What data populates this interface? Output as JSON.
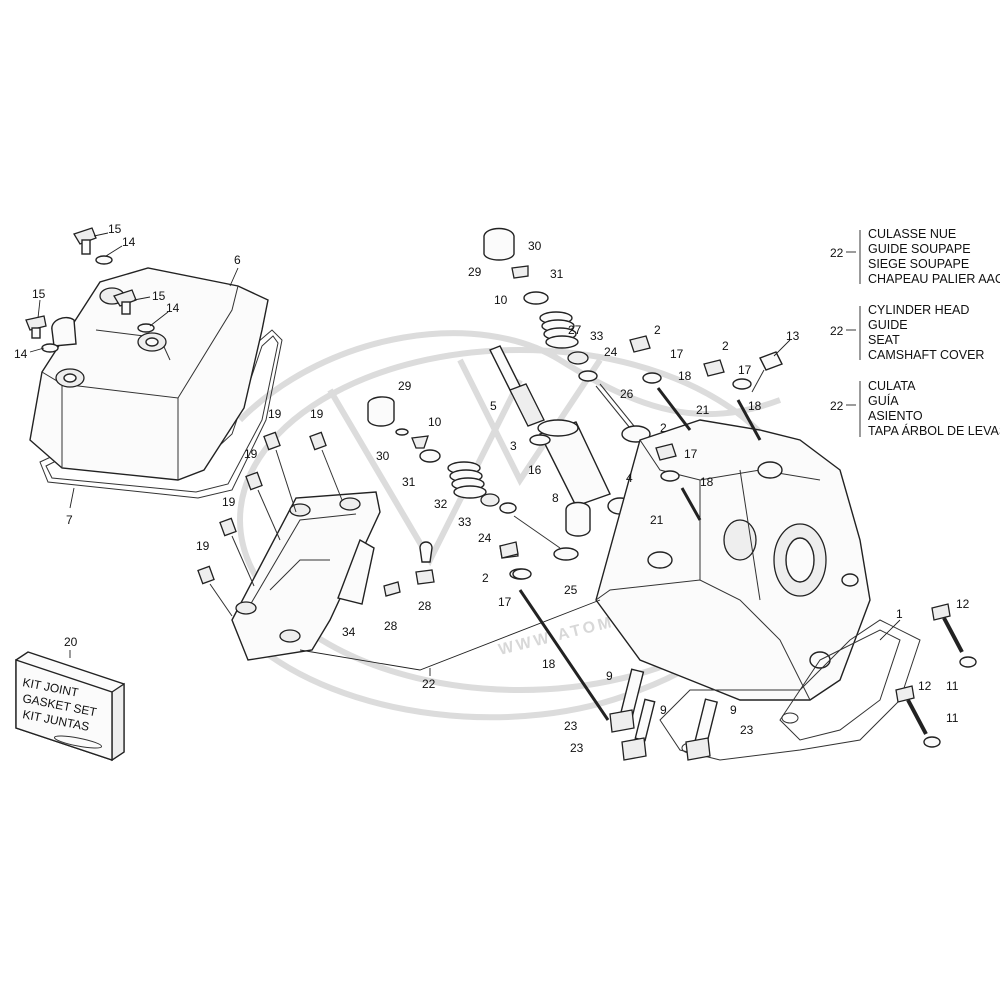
{
  "title": "",
  "legend": {
    "number": "22",
    "groups": [
      [
        "CULASSE NUE",
        "GUIDE SOUPAPE",
        "SIEGE SOUPAPE",
        "CHAPEAU PALIER AAC"
      ],
      [
        "CYLINDER HEAD",
        "GUIDE",
        "SEAT",
        "CAMSHAFT COVER"
      ],
      [
        "CULATA",
        "GUÍA",
        "ASIENTO",
        "TAPA ÁRBOL DE LEVAS"
      ]
    ]
  },
  "gasket_kit": {
    "number": "20",
    "lines": [
      "KIT JOINT",
      "GASKET SET",
      "KIT JUNTAS"
    ]
  },
  "watermark": {
    "text": "WWW.ATOMIC-MOTOR.FR"
  },
  "callouts": [
    "15",
    "14",
    "6",
    "15",
    "15",
    "14",
    "14",
    "7",
    "19",
    "19",
    "19",
    "19",
    "19",
    "29",
    "30",
    "10",
    "31",
    "32",
    "33",
    "24",
    "2",
    "17",
    "34",
    "28",
    "28",
    "22",
    "29",
    "30",
    "31",
    "10",
    "27",
    "33",
    "24",
    "5",
    "3",
    "26",
    "16",
    "4",
    "8",
    "25",
    "2",
    "17",
    "13",
    "2",
    "17",
    "18",
    "21",
    "18",
    "2",
    "17",
    "18",
    "21",
    "1",
    "12",
    "11",
    "12",
    "11",
    "9",
    "9",
    "9",
    "23",
    "23",
    "23",
    "18"
  ]
}
